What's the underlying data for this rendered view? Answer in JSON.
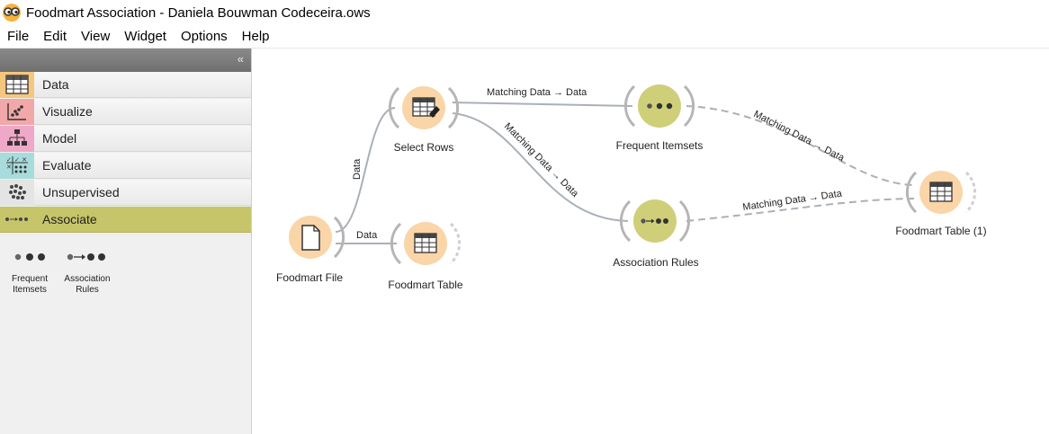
{
  "window": {
    "title": "Foodmart Association - Daniela Bouwman Codeceira.ows",
    "icon": "orange-glasses-icon"
  },
  "menu": [
    "File",
    "Edit",
    "View",
    "Widget",
    "Options",
    "Help"
  ],
  "dock": {
    "collapse_icon": "«",
    "categories": [
      {
        "label": "Data",
        "icon": "table-icon",
        "color": "#f5c77e"
      },
      {
        "label": "Visualize",
        "icon": "scatter-icon",
        "color": "#f2a8a8"
      },
      {
        "label": "Model",
        "icon": "tree-icon",
        "color": "#f0a8c8"
      },
      {
        "label": "Evaluate",
        "icon": "evaluate-icon",
        "color": "#a8dcdc"
      },
      {
        "label": "Unsupervised",
        "icon": "cluster-icon",
        "color": "#e4e4e4"
      },
      {
        "label": "Associate",
        "icon": "associate-icon",
        "color": "#c6c56a"
      }
    ],
    "active_category": "Associate",
    "widgets": [
      {
        "label_line1": "Frequent",
        "label_line2": "Itemsets",
        "icon": "frequent-itemsets-icon"
      },
      {
        "label_line1": "Association",
        "label_line2": "Rules",
        "icon": "association-rules-icon"
      }
    ]
  },
  "canvas": {
    "nodes": [
      {
        "id": "foodmart-file",
        "label": "Foodmart File",
        "icon": "file-icon",
        "color": "#f9d5a8"
      },
      {
        "id": "select-rows",
        "label": "Select Rows",
        "icon": "select-rows-icon",
        "color": "#f9d5a8"
      },
      {
        "id": "foodmart-table",
        "label": "Foodmart Table",
        "icon": "table-icon",
        "color": "#f9d5a8"
      },
      {
        "id": "frequent-itemsets",
        "label": "Frequent Itemsets",
        "icon": "frequent-itemsets-icon",
        "color": "#cfcf7a"
      },
      {
        "id": "association-rules",
        "label": "Association Rules",
        "icon": "association-rules-icon",
        "color": "#cfcf7a"
      },
      {
        "id": "foodmart-table-1",
        "label": "Foodmart Table (1)",
        "icon": "table-icon",
        "color": "#f9d5a8"
      }
    ],
    "links": [
      {
        "from": "foodmart-file",
        "to": "select-rows",
        "label": "Data",
        "style": "solid"
      },
      {
        "from": "foodmart-file",
        "to": "foodmart-table",
        "label": "Data",
        "style": "solid"
      },
      {
        "from": "select-rows",
        "to": "frequent-itemsets",
        "label": "Matching Data → Data",
        "style": "solid"
      },
      {
        "from": "select-rows",
        "to": "association-rules",
        "label": "Matching Data → Data",
        "style": "solid"
      },
      {
        "from": "frequent-itemsets",
        "to": "foodmart-table-1",
        "label": "Matching Data → Data",
        "style": "dashed"
      },
      {
        "from": "association-rules",
        "to": "foodmart-table-1",
        "label": "Matching Data → Data",
        "style": "dashed"
      }
    ]
  }
}
